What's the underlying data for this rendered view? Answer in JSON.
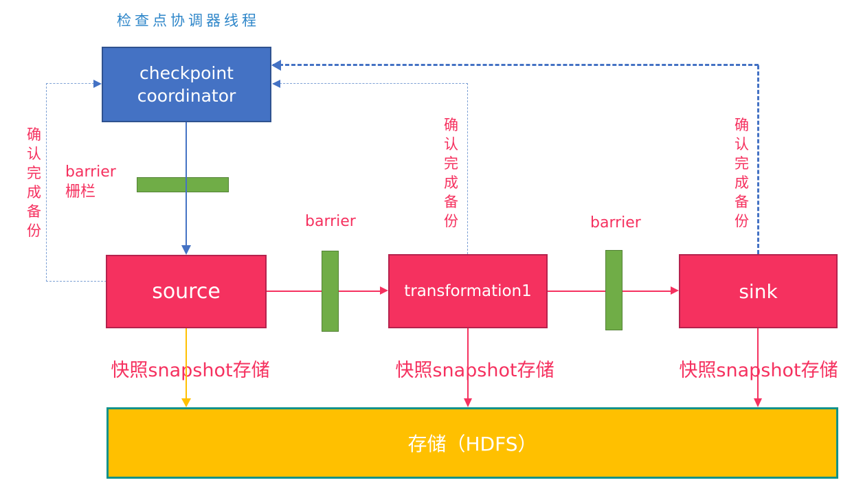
{
  "diagram": {
    "title": "检查点协调器线程",
    "nodes": {
      "coordinator": {
        "line1": "checkpoint",
        "line2": "coordinator"
      },
      "source": "source",
      "transformation": "transformation1",
      "sink": "sink",
      "storage": "存储（HDFS）"
    },
    "labels": {
      "barrier_en": "barrier",
      "barrier_cn": "栅栏",
      "ack": "确认完成备份",
      "snapshot": "快照snapshot存储"
    },
    "colors": {
      "coordinator_fill": "#4472C4",
      "coordinator_border": "#2F528F",
      "task_fill": "#F5315F",
      "task_border": "#B5224D",
      "barrier_fill": "#70AD47",
      "barrier_border": "#538135",
      "storage_fill": "#FFC000",
      "storage_border": "#0F9189",
      "title_text": "#2E86C9",
      "ack_dash_blue": "#7B9FD4",
      "arrow_blue": "#4472C4",
      "arrow_gold": "#FFC000"
    }
  }
}
